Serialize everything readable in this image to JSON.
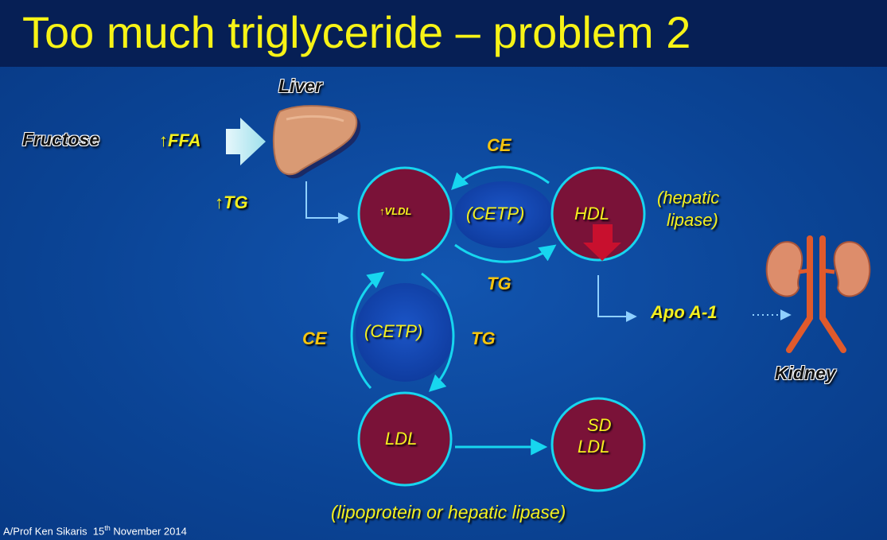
{
  "slide": {
    "title": "Too much triglyceride – problem 2",
    "footer": {
      "author": "A/Prof Ken Sikaris",
      "date_day": "15",
      "date_suffix": "th",
      "date_rest": "November 2014"
    }
  },
  "diagram": {
    "labels": {
      "liver": "Liver",
      "fructose": "Fructose",
      "ffa": "FFA",
      "tg_up": "TG",
      "ce_top": "CE",
      "tg_middle": "TG",
      "ce_left": "CE",
      "tg_left": "TG",
      "hepatic_lipase_1": "(hepatic",
      "hepatic_lipase_2": "lipase)",
      "apo_a1": "Apo A-1",
      "kidney": "Kidney",
      "bottom_note": "(lipoprotein or hepatic lipase)"
    },
    "nodes": {
      "vldl": "VLDL",
      "hdl": "HDL",
      "ldl": "LDL",
      "sd_line1": "SD",
      "sd_line2": "LDL",
      "cetp_top": "(CETP)",
      "cetp_left": "(CETP)"
    },
    "up_arrow_glyph": "↑",
    "icons": [
      "liver-icon",
      "kidney-icon",
      "block-arrow-icon",
      "down-arrow-icon"
    ],
    "colors": {
      "background": "#0a3d8f",
      "title_bar": "#061f55",
      "title_text": "#f7f316",
      "node_fill": "#7a1238",
      "node_stroke": "#17d6ef",
      "cetp_fill": "#1446b3",
      "label_yellow": "#f4f01e",
      "label_orange": "#f5c40e",
      "down_arrow": "#c8102e"
    }
  }
}
